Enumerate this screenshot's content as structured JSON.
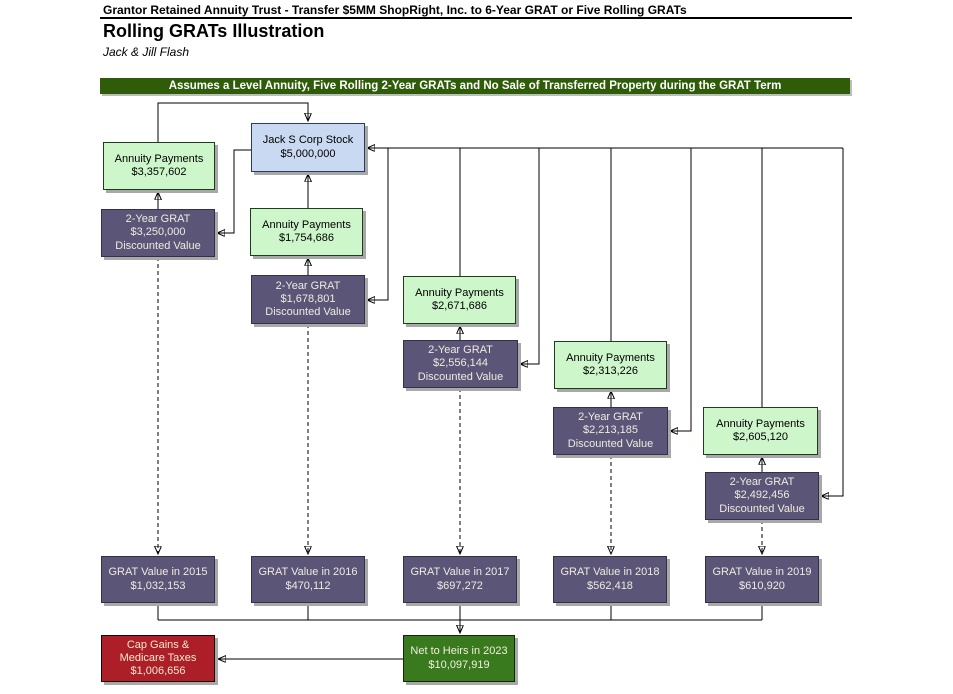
{
  "header": {
    "document_line": "Grantor Retained Annuity Trust - Transfer $5MM ShopRight, Inc. to 6-Year GRAT or Five Rolling GRATs",
    "title": "Rolling GRATs Illustration",
    "subtitle": "Jack & Jill Flash",
    "banner": "Assumes a Level Annuity, Five Rolling 2-Year GRATs and No Sale of Transferred Property during the GRAT Term"
  },
  "colors": {
    "banner_bg": "#2E5C08",
    "stock_box": "#C9D9F1",
    "annuity_box": "#CDF6CA",
    "grat_box": "#5B5677",
    "tax_box": "#AD1F28",
    "heirs_box": "#397A1E",
    "connector": "#000000"
  },
  "nodes": {
    "jack": {
      "lines": [
        "Jack S Corp Stock",
        "$5,000,000"
      ]
    },
    "annuity1": {
      "lines": [
        "Annuity Payments",
        "$3,357,602"
      ]
    },
    "grat1": {
      "lines": [
        "2-Year GRAT",
        "$3,250,000",
        "Discounted Value"
      ]
    },
    "annuity2": {
      "lines": [
        "Annuity Payments",
        "$1,754,686"
      ]
    },
    "grat2": {
      "lines": [
        "2-Year GRAT",
        "$1,678,801",
        "Discounted Value"
      ]
    },
    "annuity3": {
      "lines": [
        "Annuity Payments",
        "$2,671,686"
      ]
    },
    "grat3": {
      "lines": [
        "2-Year GRAT",
        "$2,556,144",
        "Discounted Value"
      ]
    },
    "annuity4": {
      "lines": [
        "Annuity Payments",
        "$2,313,226"
      ]
    },
    "grat4": {
      "lines": [
        "2-Year GRAT",
        "$2,213,185",
        "Discounted Value"
      ]
    },
    "annuity5": {
      "lines": [
        "Annuity Payments",
        "$2,605,120"
      ]
    },
    "grat5": {
      "lines": [
        "2-Year GRAT",
        "$2,492,456",
        "Discounted Value"
      ]
    },
    "value2015": {
      "lines": [
        "GRAT Value in 2015",
        "$1,032,153"
      ]
    },
    "value2016": {
      "lines": [
        "GRAT Value in 2016",
        "$470,112"
      ]
    },
    "value2017": {
      "lines": [
        "GRAT Value in 2017",
        "$697,272"
      ]
    },
    "value2018": {
      "lines": [
        "GRAT Value in 2018",
        "$562,418"
      ]
    },
    "value2019": {
      "lines": [
        "GRAT Value in 2019",
        "$610,920"
      ]
    },
    "cap_gains": {
      "lines": [
        "Cap Gains &",
        "Medicare Taxes",
        "$1,006,656"
      ]
    },
    "net_to_heirs": {
      "lines": [
        "Net to Heirs in 2023",
        "$10,097,919"
      ]
    }
  },
  "flows": [
    {
      "from": "jack",
      "to": "grat1",
      "style": "solid"
    },
    {
      "from": "grat1",
      "to": "annuity1",
      "style": "solid"
    },
    {
      "from": "annuity1",
      "to": "jack",
      "style": "solid"
    },
    {
      "from": "return_line",
      "to": "jack",
      "style": "solid"
    },
    {
      "from": "return_line",
      "to": "grat2",
      "style": "solid"
    },
    {
      "from": "grat2",
      "to": "annuity2",
      "style": "solid"
    },
    {
      "from": "annuity2",
      "to": "jack",
      "style": "solid"
    },
    {
      "from": "annuity3",
      "to": "return_line",
      "style": "solid"
    },
    {
      "from": "return_line",
      "to": "grat3",
      "style": "solid"
    },
    {
      "from": "grat3",
      "to": "annuity3",
      "style": "solid"
    },
    {
      "from": "annuity4",
      "to": "return_line",
      "style": "solid"
    },
    {
      "from": "return_line",
      "to": "grat4",
      "style": "solid"
    },
    {
      "from": "grat4",
      "to": "annuity4",
      "style": "solid"
    },
    {
      "from": "annuity5",
      "to": "return_line",
      "style": "solid"
    },
    {
      "from": "return_line",
      "to": "grat5",
      "style": "solid"
    },
    {
      "from": "grat5",
      "to": "annuity5",
      "style": "solid"
    },
    {
      "from": "grat1",
      "to": "value2015",
      "style": "dashed"
    },
    {
      "from": "grat2",
      "to": "value2016",
      "style": "dashed"
    },
    {
      "from": "grat3",
      "to": "value2017",
      "style": "dashed"
    },
    {
      "from": "grat4",
      "to": "value2018",
      "style": "dashed"
    },
    {
      "from": "grat5",
      "to": "value2019",
      "style": "dashed"
    },
    {
      "from": "value_row",
      "to": "net_to_heirs",
      "style": "solid"
    },
    {
      "from": "net_to_heirs",
      "to": "cap_gains",
      "style": "solid"
    }
  ]
}
